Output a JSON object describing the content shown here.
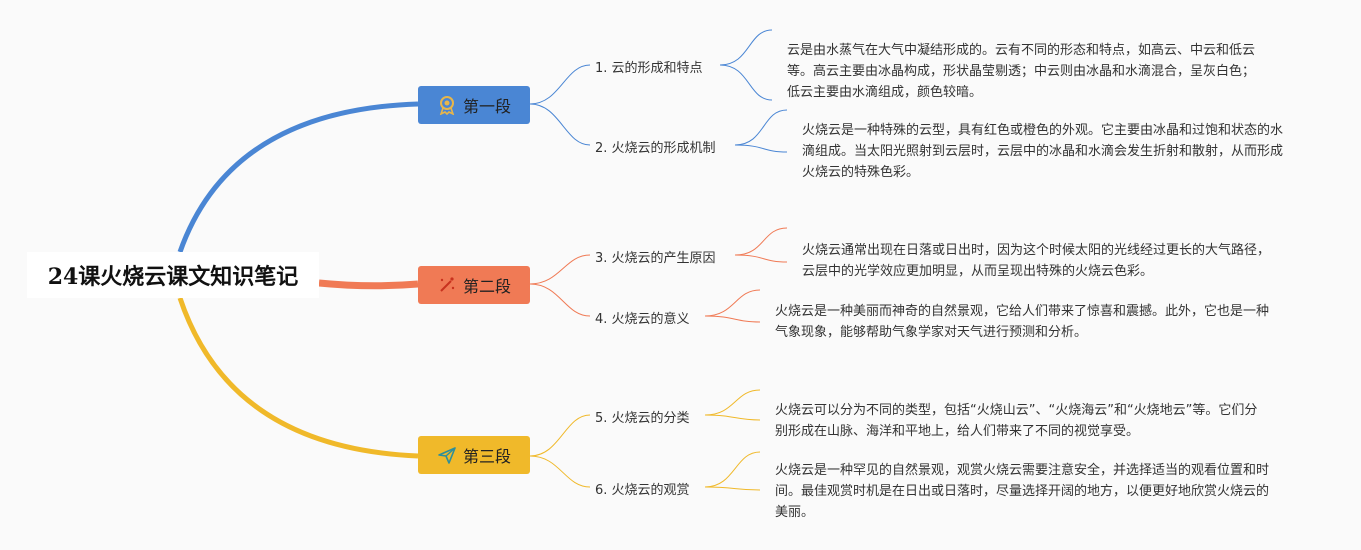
{
  "root": {
    "title": "24课火烧云课文知识笔记"
  },
  "colors": {
    "blue": "#4a86d4",
    "orange": "#f07a55",
    "yellow": "#f0b92a"
  },
  "sections": [
    {
      "label": "第一段",
      "icon": "medal-icon",
      "topics": [
        {
          "title": "1. 云的形成和特点",
          "text": "云是由水蒸气在大气中凝结形成的。云有不同的形态和特点，如高云、中云和低云等。高云主要由冰晶构成，形状晶莹剔透；中云则由冰晶和水滴混合，呈灰白色；低云主要由水滴组成，颜色较暗。"
        },
        {
          "title": "2. 火烧云的形成机制",
          "text": "火烧云是一种特殊的云型，具有红色或橙色的外观。它主要由冰晶和过饱和状态的水滴组成。当太阳光照射到云层时，云层中的冰晶和水滴会发生折射和散射，从而形成火烧云的特殊色彩。"
        }
      ]
    },
    {
      "label": "第二段",
      "icon": "sparkle-icon",
      "topics": [
        {
          "title": "3. 火烧云的产生原因",
          "text": "火烧云通常出现在日落或日出时，因为这个时候太阳的光线经过更长的大气路径，云层中的光学效应更加明显，从而呈现出特殊的火烧云色彩。"
        },
        {
          "title": "4. 火烧云的意义",
          "text": "火烧云是一种美丽而神奇的自然景观，它给人们带来了惊喜和震撼。此外，它也是一种气象现象，能够帮助气象学家对天气进行预测和分析。"
        }
      ]
    },
    {
      "label": "第三段",
      "icon": "paper-plane-icon",
      "topics": [
        {
          "title": "5. 火烧云的分类",
          "text": "火烧云可以分为不同的类型，包括“火烧山云”、“火烧海云”和“火烧地云”等。它们分别形成在山脉、海洋和平地上，给人们带来了不同的视觉享受。"
        },
        {
          "title": "6. 火烧云的观赏",
          "text": "火烧云是一种罕见的自然景观，观赏火烧云需要注意安全，并选择适当的观看位置和时间。最佳观赏时机是在日出或日落时，尽量选择开阔的地方，以便更好地欣赏火烧云的美丽。"
        }
      ]
    }
  ]
}
